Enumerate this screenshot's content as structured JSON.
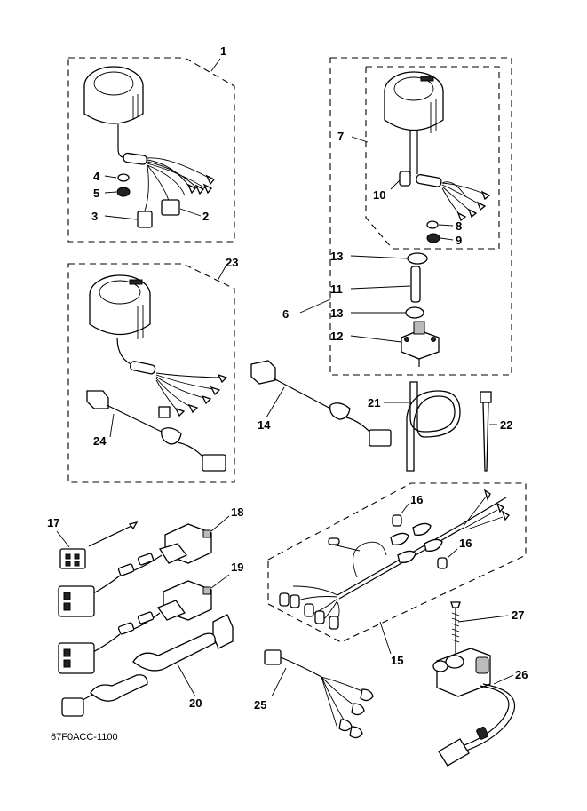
{
  "diagram_code": "67F0ACC-1100",
  "callouts": [
    "1",
    "2",
    "3",
    "4",
    "5",
    "6",
    "7",
    "8",
    "9",
    "10",
    "11",
    "12",
    "13",
    "13",
    "14",
    "15",
    "16",
    "16",
    "17",
    "18",
    "19",
    "20",
    "21",
    "22",
    "23",
    "24",
    "25",
    "26",
    "27"
  ]
}
